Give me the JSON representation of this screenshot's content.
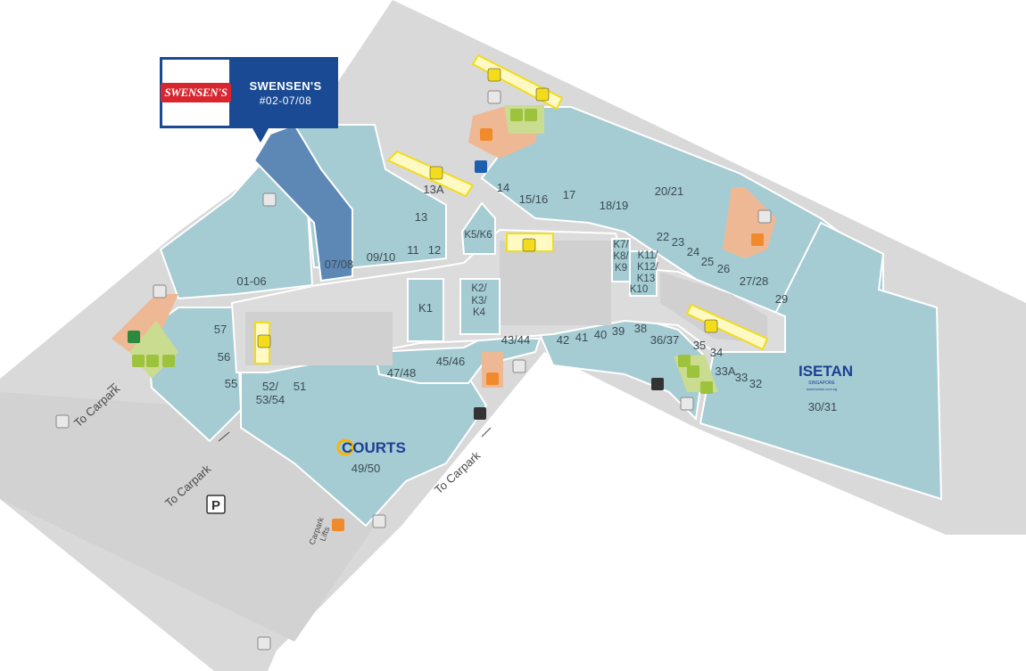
{
  "callout": {
    "logo_text": "SWENSEN'S",
    "store_name": "SWENSEN'S",
    "unit": "#02-07/08"
  },
  "units": {
    "u01_06": "01-06",
    "u07_08": "07/08",
    "u09_10": "09/10",
    "u11": "11",
    "u12": "12",
    "u13": "13",
    "u13a": "13A",
    "u14": "14",
    "u15_16": "15/16",
    "u17": "17",
    "u18_19": "18/19",
    "u20_21": "20/21",
    "u22": "22",
    "u23": "23",
    "u24": "24",
    "u25": "25",
    "u26": "26",
    "u27_28": "27/28",
    "u29": "29",
    "u30_31": "30/31",
    "u32": "32",
    "u33": "33",
    "u33a": "33A",
    "u34": "34",
    "u35": "35",
    "u36_37": "36/37",
    "u38": "38",
    "u39": "39",
    "u40": "40",
    "u41": "41",
    "u42": "42",
    "u43_44": "43/44",
    "u45_46": "45/46",
    "u47_48": "47/48",
    "u49_50": "49/50",
    "u51": "51",
    "u52_54_a": "52/",
    "u52_54_b": "53/54",
    "u55": "55",
    "u56": "56",
    "u57": "57",
    "k1": "K1",
    "k2": "K2/",
    "k3": "K3/",
    "k4": "K4",
    "k5_k6": "K5/K6",
    "k7": "K7/",
    "k8": "K8/",
    "k9": "K9",
    "k10": "K10",
    "k11": "K11/",
    "k12": "K12/",
    "k13": "K13"
  },
  "anchors": {
    "courts": "COURTS",
    "isetan": "ISETAN",
    "isetan_sub": "SINGAPORE",
    "isetan_url": "www.isetan.com.sg"
  },
  "labels": {
    "to_carpark": "To Carpark",
    "carpark_lifts_a": "Carpark",
    "carpark_lifts_b": "Lifts",
    "parking": "P"
  },
  "icons": {
    "escalator_color": "#f2dc1c",
    "lift_color": "#f18a2a",
    "toilet_color": "#9dc23c",
    "info_color": "#1d5fb0",
    "unit_fill": "#a5ccd3",
    "corridor_fill": "#dcdcdc",
    "highlight_fill": "#5d88b6"
  }
}
